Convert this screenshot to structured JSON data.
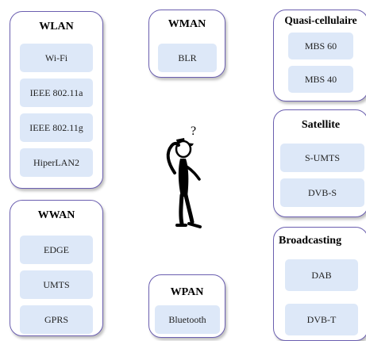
{
  "groups": {
    "wlan": {
      "title": "WLAN",
      "items": [
        "Wi-Fi",
        "IEEE 802.11a",
        "IEEE 802.11g",
        "HiperLAN2"
      ]
    },
    "wwan": {
      "title": "WWAN",
      "items": [
        "EDGE",
        "UMTS",
        "GPRS"
      ]
    },
    "wman": {
      "title": "WMAN",
      "items": [
        "BLR"
      ]
    },
    "wpan": {
      "title": "WPAN",
      "items": [
        "Bluetooth"
      ]
    },
    "quasi": {
      "title": "Quasi-cellulaire",
      "items": [
        "MBS 60",
        "MBS 40"
      ]
    },
    "satellite": {
      "title": "Satellite",
      "items": [
        "S-UMTS",
        "DVB-S"
      ]
    },
    "broadcasting": {
      "title": "Broadcasting",
      "items": [
        "DAB",
        "DVB-T"
      ]
    }
  },
  "figure": {
    "icon": "confused-stick-figure-icon",
    "symbol": "?"
  }
}
